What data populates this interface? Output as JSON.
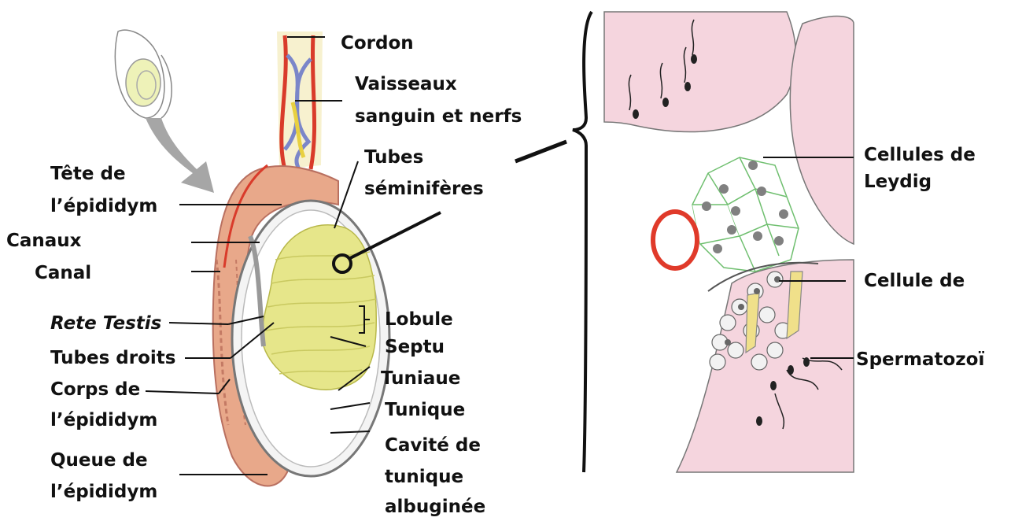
{
  "labels": {
    "cordon": "Cordon",
    "vaisseaux_1": "Vaisseaux",
    "vaisseaux_2": "sanguin et nerfs",
    "tubes_1": "Tubes",
    "tubes_2": "séminifères",
    "tete_1": "Tête de",
    "tete_2": "l’épididym",
    "canaux": "Canaux",
    "canal": "Canal",
    "rete": "Rete Testis",
    "tubes_droits": "Tubes droits",
    "corps_1": "Corps de",
    "corps_2": "l’épididym",
    "queue_1": "Queue de",
    "queue_2": "l’épididym",
    "lobule": "Lobule",
    "septu": "Septu",
    "tuniaue": "Tuniaue",
    "tunique": "Tunique",
    "cavite_1": "Cavité de",
    "cavite_2": "tunique",
    "cavite_3": "albuginée",
    "leydig_1": "Cellules de",
    "leydig_2": "Leydig",
    "cellule_de": "Cellule de",
    "spermatozoi": "Spermatozoï"
  },
  "colors": {
    "epididymis": "#e8a88a",
    "tubules": "#e6e68a",
    "vessels_red": "#d93b2b",
    "vessels_blue": "#7b86c9",
    "tissue_pink": "#f5d5de",
    "leydig_outline": "#6fbf6f",
    "capillary": "#e03a2a",
    "sertoli": "#f0e08a"
  }
}
